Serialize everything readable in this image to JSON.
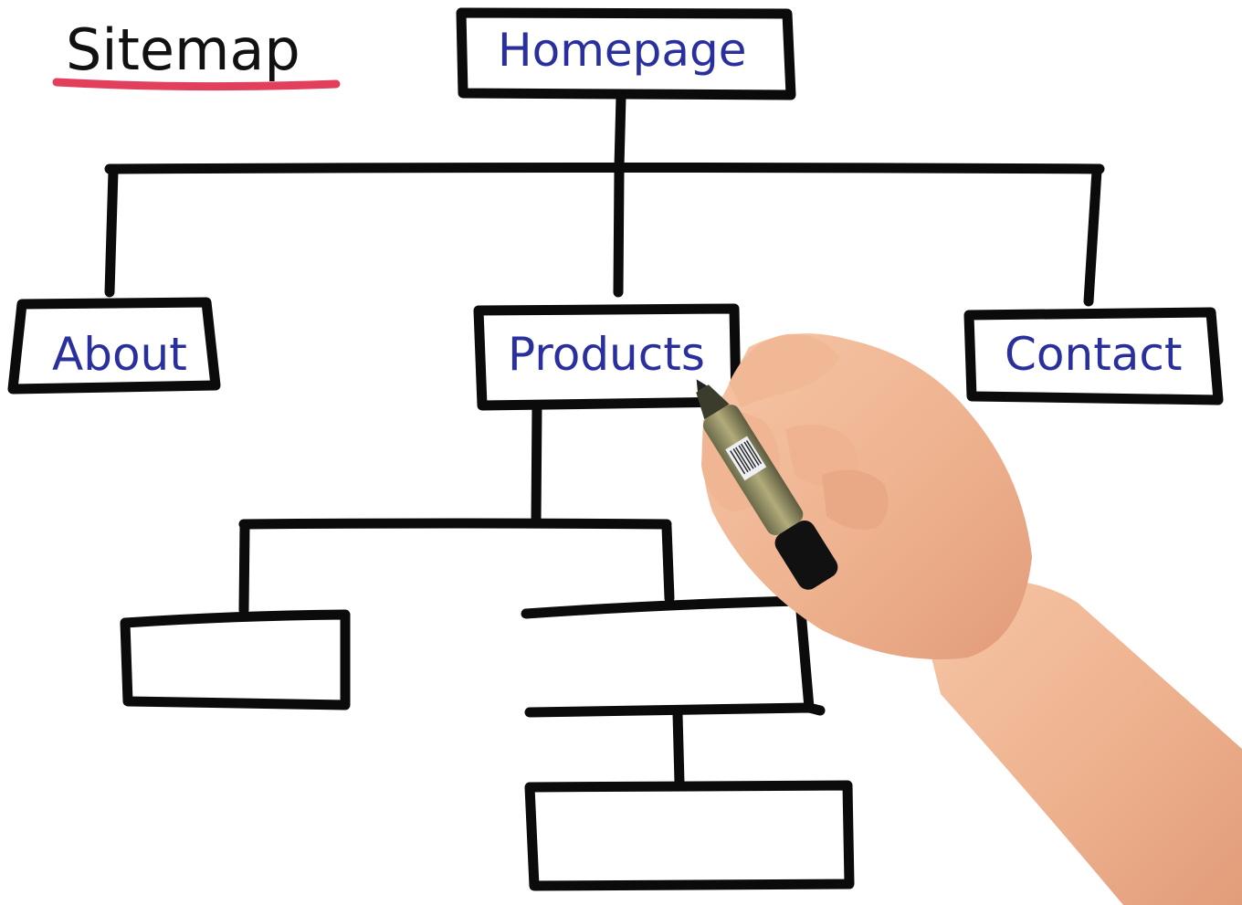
{
  "title": "Sitemap",
  "title_underline_color": "#e23f5d",
  "label_color": "#2a2f9e",
  "nodes": {
    "root": {
      "label": "Homepage"
    },
    "about": {
      "label": "About"
    },
    "products": {
      "label": "Products"
    },
    "contact": {
      "label": "Contact"
    },
    "product_child_left": {
      "label": ""
    },
    "product_child_right": {
      "label": ""
    },
    "product_grandchild": {
      "label": ""
    }
  },
  "hand": {
    "visible": true,
    "holding": "marker"
  }
}
